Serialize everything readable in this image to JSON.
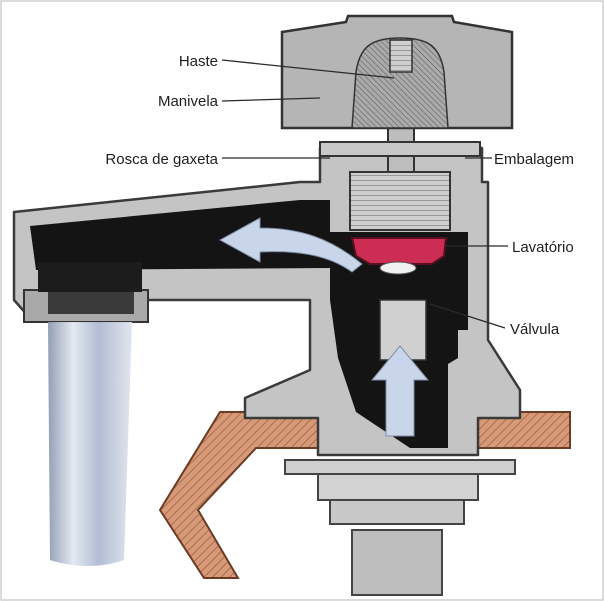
{
  "labels": {
    "haste": "Haste",
    "manivela": "Manivela",
    "rosca": "Rosca de gaxeta",
    "embalagem": "Embalagem",
    "lavatorio": "Lavatório",
    "valvula": "Válvula"
  },
  "colors": {
    "body": "#c4c4c4",
    "body_dark": "#8e8e8e",
    "cavity": "#141414",
    "washer": "#cc2d52",
    "arrow": "#c9d6ea",
    "counter": "#c07a58",
    "water": "#b2bed2"
  }
}
